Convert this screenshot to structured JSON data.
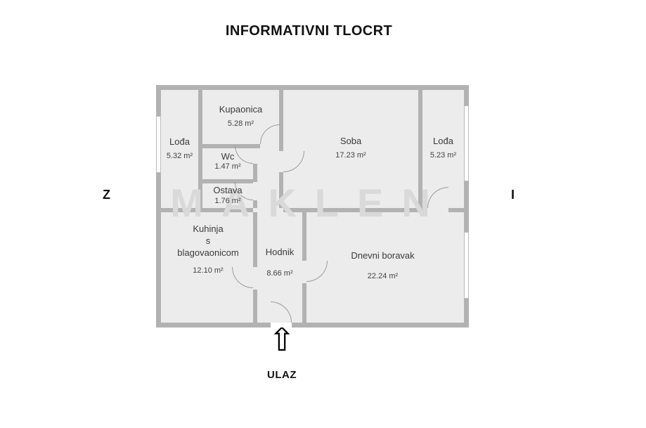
{
  "title": "INFORMATIVNI TLOCRT",
  "compass": {
    "west": "Z",
    "east": "I"
  },
  "entrance": {
    "label": "ULAZ",
    "arrow_glyph": "⇧"
  },
  "watermark": "MAKLEN",
  "rooms": [
    {
      "name": "Lođa",
      "area": "5.32 m²"
    },
    {
      "name": "Kupaonica",
      "area": "5.28 m²"
    },
    {
      "name": "Wc",
      "area": "1.47 m²"
    },
    {
      "name": "Ostava",
      "area": "1.76 m²"
    },
    {
      "name": "Soba",
      "area": "17.23 m²"
    },
    {
      "name": "Lođa",
      "area": "5.23 m²"
    },
    {
      "name": "Kuhinja\ns\nblagovaonicom",
      "area": "12.10 m²"
    },
    {
      "name": "Hodnik",
      "area": "8.66 m²"
    },
    {
      "name": "Dnevni boravak",
      "area": "22.24 m²"
    }
  ],
  "colors": {
    "wall": "#b2b2b2",
    "room_fill": "#ececec",
    "watermark": "#d9d9d9",
    "text": "#3a3a3a"
  }
}
